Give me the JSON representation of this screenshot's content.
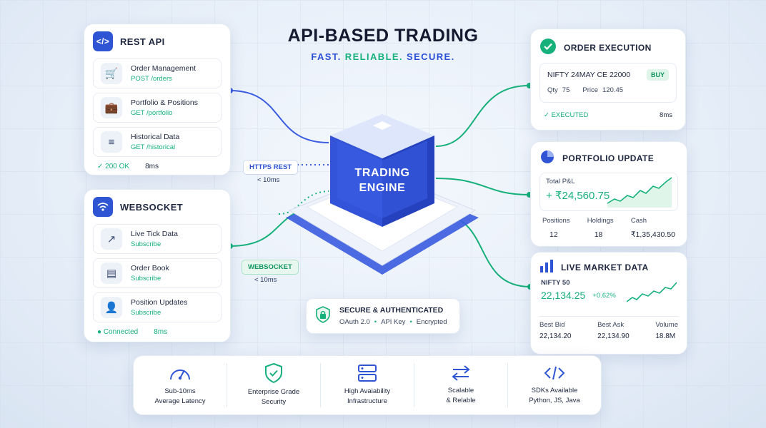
{
  "header": {
    "title": "API-BASED TRADING",
    "tagline": {
      "part1": "FAST.",
      "part2": "RELIABLE.",
      "part3": "SECURE."
    }
  },
  "rest_api": {
    "title": "REST API",
    "icon": "code-icon",
    "items": [
      {
        "label": "Order Management",
        "endpoint": "POST /orders",
        "icon": "cart-icon"
      },
      {
        "label": "Portfolio & Positions",
        "endpoint": "GET /portfolio",
        "icon": "briefcase-icon"
      },
      {
        "label": "Historical Data",
        "endpoint": "GET /historical",
        "icon": "database-icon"
      }
    ],
    "status": "✓ 200 OK",
    "latency": "8ms"
  },
  "websocket": {
    "title": "WEBSOCKET",
    "icon": "wifi-icon",
    "items": [
      {
        "label": "Live Tick Data",
        "action": "Subscribe",
        "icon": "trend-icon"
      },
      {
        "label": "Order Book",
        "action": "Subscribe",
        "icon": "document-icon"
      },
      {
        "label": "Position Updates",
        "action": "Subscribe",
        "icon": "user-icon"
      }
    ],
    "status": "● Connected",
    "latency": "8ms"
  },
  "connectors": {
    "https": {
      "label": "HTTPS REST",
      "latency": "< 10ms"
    },
    "ws": {
      "label": "WEBSOCKET",
      "latency": "< 10ms"
    }
  },
  "engine": {
    "line1": "TRADING",
    "line2": "ENGINE"
  },
  "security": {
    "title": "SECURE & AUTHENTICATED",
    "items": [
      "OAuth 2.0",
      "API Key",
      "Encrypted"
    ],
    "separator": "•"
  },
  "order_execution": {
    "title": "ORDER EXECUTION",
    "symbol": "NIFTY 24MAY CE 22000",
    "side": "BUY",
    "qty_label": "Qty",
    "qty": "75",
    "price_label": "Price",
    "price": "120.45",
    "status": "✓ EXECUTED",
    "latency": "8ms"
  },
  "portfolio_update": {
    "title": "PORTFOLIO UPDATE",
    "pnl_label": "Total P&L",
    "pnl": "+ ₹24,560.75",
    "stats": [
      {
        "label": "Positions",
        "value": "12"
      },
      {
        "label": "Holdings",
        "value": "18"
      },
      {
        "label": "Cash",
        "value": "₹1,35,430.50"
      }
    ]
  },
  "market_data": {
    "title": "LIVE MARKET DATA",
    "index": "NIFTY 50",
    "value": "22,134.25",
    "change": "+0.62%",
    "stats": [
      {
        "label": "Best Bid",
        "value": "22,134.20"
      },
      {
        "label": "Best Ask",
        "value": "22,134.90"
      },
      {
        "label": "Volume",
        "value": "18.8M"
      }
    ]
  },
  "features": [
    {
      "line1": "Sub-10ms",
      "line2": "Average Latency",
      "icon": "gauge-icon"
    },
    {
      "line1": "Enterprise Grade",
      "line2": "Security",
      "icon": "shield-icon"
    },
    {
      "line1": "High Avaiability",
      "line2": "Infrastructure",
      "icon": "server-icon"
    },
    {
      "line1": "Scalable",
      "line2": "& Relable",
      "icon": "arrows-icon"
    },
    {
      "line1": "SDKs Available",
      "line2": "Python, JS, Java",
      "icon": "code-icon"
    }
  ],
  "colors": {
    "accent": "#2f55d4",
    "success": "#16b07a"
  }
}
